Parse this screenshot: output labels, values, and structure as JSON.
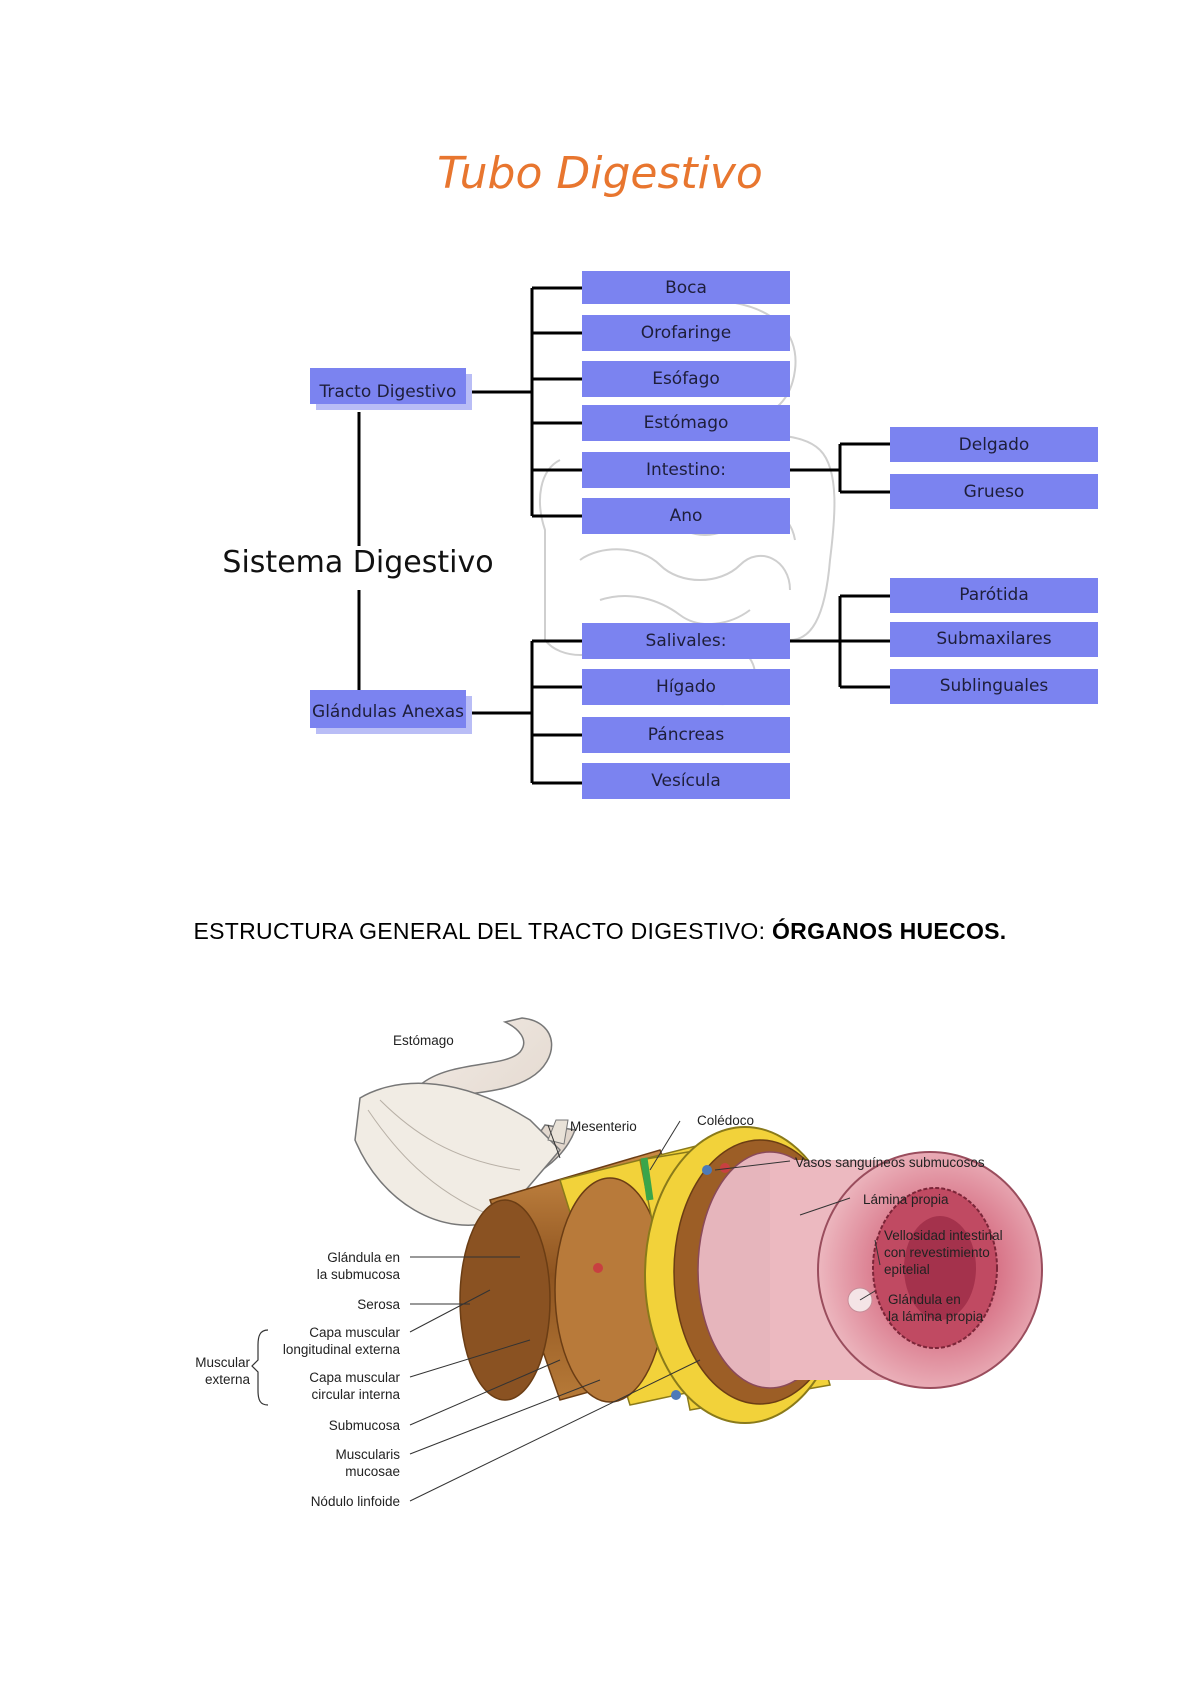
{
  "title": "Tubo Digestivo",
  "concept_map": {
    "root": "Sistema Digestivo",
    "tracto": {
      "label": "Tracto Digestivo",
      "children": [
        "Boca",
        "Orofaringe",
        "Esófago",
        "Estómago",
        "Intestino:",
        "Ano"
      ],
      "intestino_children": [
        "Delgado",
        "Grueso"
      ]
    },
    "glandulas": {
      "label": "Glándulas Anexas",
      "children": [
        "Salivales:",
        "Hígado",
        "Páncreas",
        "Vesícula"
      ],
      "salivales_children": [
        "Parótida",
        "Submaxilares",
        "Sublinguales"
      ]
    },
    "colors": {
      "box_fill": "#7b83f0",
      "box_shadow": "#b9bdf6",
      "line": "#000000",
      "title": "#e8762f"
    }
  },
  "section": {
    "heading_plain": "ESTRUCTURA GENERAL DEL TRACTO DIGESTIVO: ",
    "heading_bold": "ÓRGANOS HUECOS."
  },
  "illustration": {
    "labels": {
      "estomago": "Estómago",
      "mesenterio": "Mesenterio",
      "coledoco": "Colédoco",
      "vasos": "Vasos sanguíneos submucosos",
      "lamina": "Lámina propia",
      "vellosidad_1": "Vellosidad intestinal",
      "vellosidad_2": "con revestimiento",
      "vellosidad_3": "epitelial",
      "glandula_lamina_1": "Glándula en",
      "glandula_lamina_2": "la lámina propia",
      "glandula_sub_1": "Glándula en",
      "glandula_sub_2": "la submucosa",
      "serosa": "Serosa",
      "capa_long_1": "Capa muscular",
      "capa_long_2": "longitudinal externa",
      "muscular_ext_1": "Muscular",
      "muscular_ext_2": "externa",
      "capa_circ_1": "Capa muscular",
      "capa_circ_2": "circular interna",
      "submucosa": "Submucosa",
      "muscularis_1": "Muscularis",
      "muscularis_2": "mucosae",
      "nodulo": "Nódulo linfoide"
    },
    "colors": {
      "serosa_yellow": "#f2d23a",
      "muscle_brown": "#a8692e",
      "mucosa_pink": "#e7a2ad",
      "lumen_red": "#c4465e",
      "duct_green": "#3aa54a"
    }
  }
}
